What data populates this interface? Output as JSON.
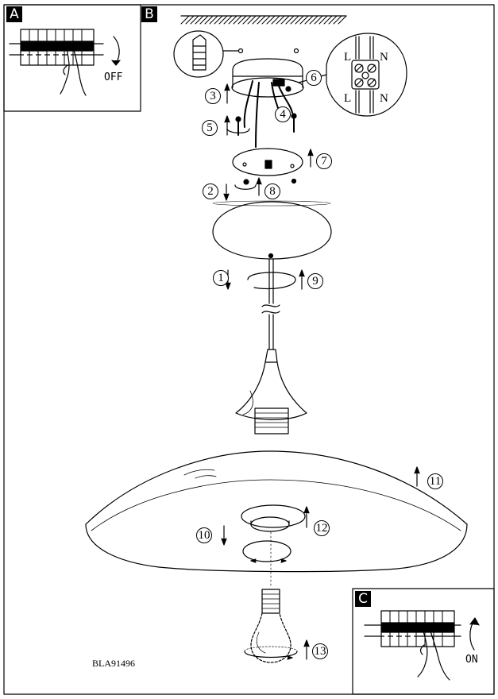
{
  "panels": {
    "a": {
      "tag": "A",
      "action_label": "OFF"
    },
    "b": {
      "tag": "B"
    },
    "c": {
      "tag": "C",
      "action_label": "ON"
    }
  },
  "terminals": {
    "top_left": "L",
    "top_right": "N",
    "bottom_left": "L",
    "bottom_right": "N"
  },
  "steps": [
    "1",
    "2",
    "3",
    "4",
    "5",
    "6",
    "7",
    "8",
    "9",
    "10",
    "11",
    "12",
    "13"
  ],
  "model_code": "BLA91496",
  "colors": {
    "line": "#000000",
    "background": "#ffffff",
    "hatch": "#000000"
  }
}
